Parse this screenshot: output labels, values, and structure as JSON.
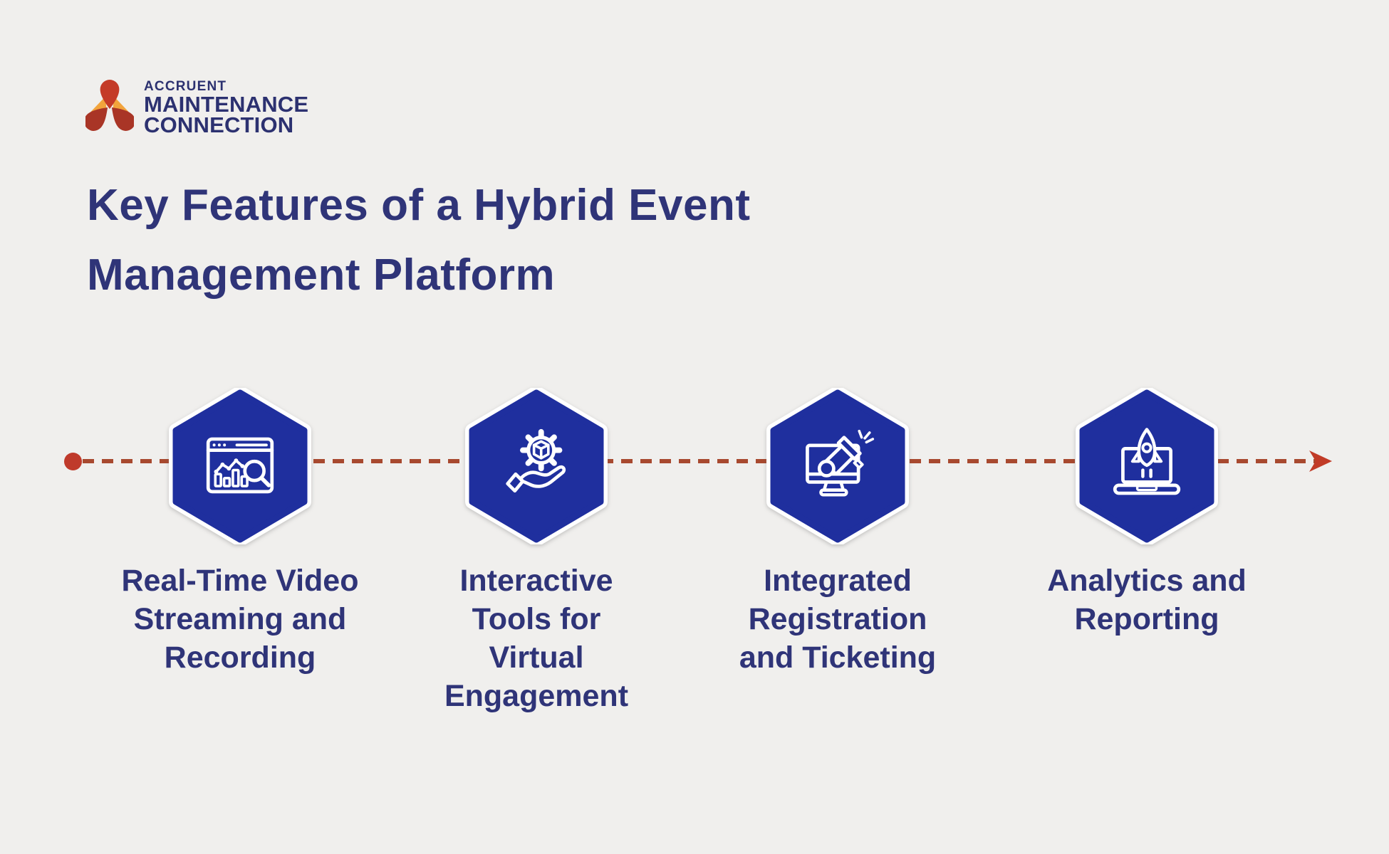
{
  "logo": {
    "brand": "ACCRUENT",
    "name_line1": "MAINTENANCE",
    "name_line2": "CONNECTION",
    "mark_colors": {
      "drop_top": "#c43b28",
      "drop_sides": "#a93526",
      "triangles": "#f2a43c"
    }
  },
  "title": "Key Features of a Hybrid Event\nManagement Platform",
  "timeline": {
    "direction": "left-to-right",
    "start_marker": "dot",
    "end_marker": "arrow",
    "line_color": "#a8492f",
    "dot_color": "#bf3a2b",
    "arrow_color": "#c13b27"
  },
  "features": [
    {
      "icon": "analytics-browser-icon",
      "label": "Real-Time Video Streaming and Recording",
      "label_lines": [
        "Real-Time Video",
        "Streaming and",
        "Recording"
      ]
    },
    {
      "icon": "hand-gear-icon",
      "label": "Interactive Tools for Virtual Engagement",
      "label_lines": [
        "Interactive",
        "Tools for",
        "Virtual",
        "Engagement"
      ]
    },
    {
      "icon": "monitor-megaphone-icon",
      "label": "Integrated Registration and Ticketing",
      "label_lines": [
        "Integrated",
        "Registration",
        "and Ticketing"
      ]
    },
    {
      "icon": "laptop-rocket-icon",
      "label": "Analytics and Reporting",
      "label_lines": [
        "Analytics and",
        "Reporting"
      ]
    }
  ],
  "colors": {
    "background": "#f0efed",
    "navy_text": "#2f3478",
    "hexagon_blue": "#1f2f9e",
    "hexagon_border": "#ffffff"
  }
}
